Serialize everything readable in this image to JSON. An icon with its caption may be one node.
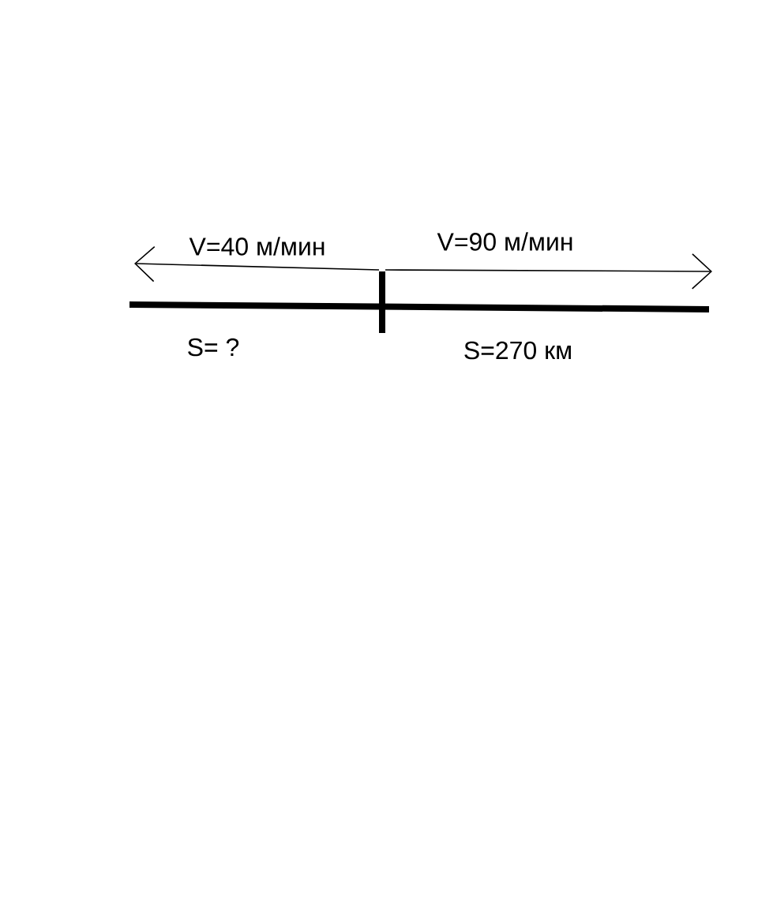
{
  "diagram": {
    "labels": [
      "V=40 м/мин",
      "V=90 м/мин",
      "S= ?",
      "S=270 км"
    ]
  }
}
